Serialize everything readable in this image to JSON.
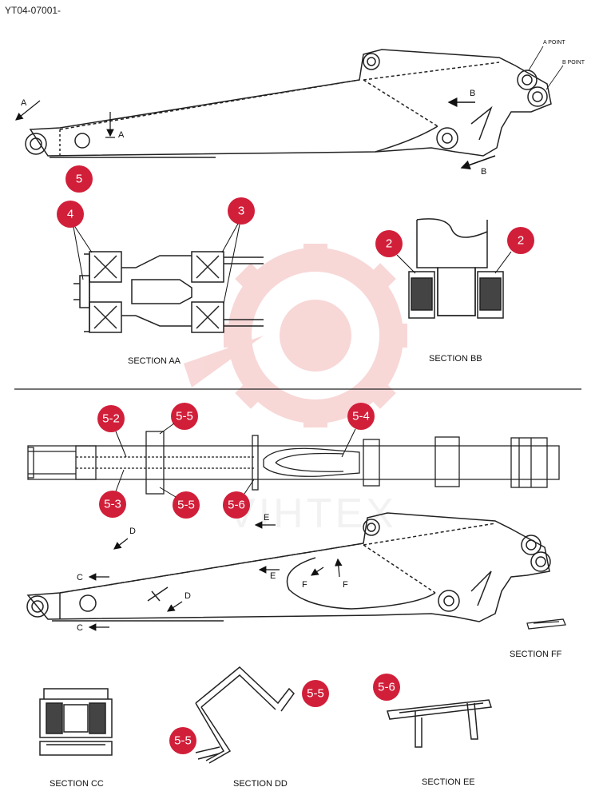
{
  "doc_id": "YT04-07001-",
  "labels": {
    "a_point": "A POINT",
    "b_point": "B POINT",
    "A": "A",
    "B": "B",
    "C": "C",
    "D": "D",
    "E": "E",
    "F": "F"
  },
  "sections": {
    "aa": "SECTION AA",
    "bb": "SECTION BB",
    "cc": "SECTION CC",
    "dd": "SECTION DD",
    "ee": "SECTION EE",
    "ff": "SECTION FF"
  },
  "callouts": {
    "c5": "5",
    "c4": "4",
    "c3": "3",
    "c2a": "2",
    "c2b": "2",
    "c52": "5-2",
    "c55a": "5-5",
    "c54": "5-4",
    "c53": "5-3",
    "c55b": "5-5",
    "c56a": "5-6",
    "c55c": "5-5",
    "c55d": "5-5",
    "c56b": "5-6"
  },
  "watermark": "VIHTEX",
  "colors": {
    "callout": "#d11f3a",
    "watermark": "#f3b8b8",
    "line": "#222222"
  }
}
